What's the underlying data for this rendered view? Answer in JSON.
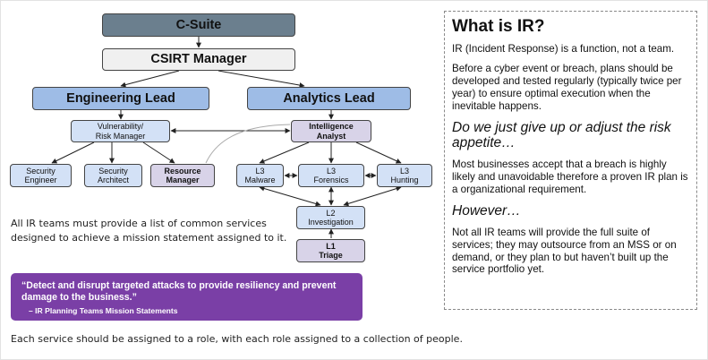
{
  "org_chart": {
    "csuite": "C-Suite",
    "csirt_manager": "CSIRT Manager",
    "engineering_lead": "Engineering Lead",
    "analytics_lead": "Analytics Lead",
    "vuln_manager": [
      "Vulnerability/",
      "Risk Manager"
    ],
    "intel_analyst": [
      "Intelligence",
      "Analyst"
    ],
    "security_engineer": [
      "Security",
      "Engineer"
    ],
    "security_architect": [
      "Security",
      "Architect"
    ],
    "resource_manager": [
      "Resource",
      "Manager"
    ],
    "l3_malware": [
      "L3",
      "Malware"
    ],
    "l3_forensics": [
      "L3",
      "Forensics"
    ],
    "l3_hunting": [
      "L3",
      "Hunting"
    ],
    "l2_investigation": [
      "L2",
      "Investigation"
    ],
    "l1_triage": [
      "L1",
      "Triage"
    ]
  },
  "notes": {
    "services": [
      "All IR teams must provide a list of common services",
      "designed to achieve a mission statement assigned to it."
    ],
    "roles": "Each service should be assigned to a role, with each role assigned to a collection of people."
  },
  "mission": {
    "quote": "“Detect and disrupt targeted attacks to provide resiliency and prevent damage to the business.”",
    "attribution": "– IR Planning Teams Mission Statements"
  },
  "panel": {
    "title": "What is IR?",
    "p1": "IR (Incident Response) is a function, not a team.",
    "p2": "Before a cyber event or breach, plans should be developed and tested regularly (typically twice per year) to ensure optimal execution when the inevitable happens.",
    "sub1": "Do we just give up or adjust the risk appetite…",
    "p3": "Most businesses accept that a breach is highly likely and unavoidable therefore a proven IR plan is a organizational requirement.",
    "sub2": "However…",
    "p4": "Not all IR teams will provide the full suite of services; they may outsource from an MSS or on demand, or they plan to but haven’t built up the service portfolio yet."
  },
  "colors": {
    "csuite": "#6b7f8e",
    "manager": "#f0f0f0",
    "lead": "#9ebce6",
    "role": "#d3e1f6",
    "highlight": "#d8d3e8",
    "mission": "#7a3fa6"
  }
}
